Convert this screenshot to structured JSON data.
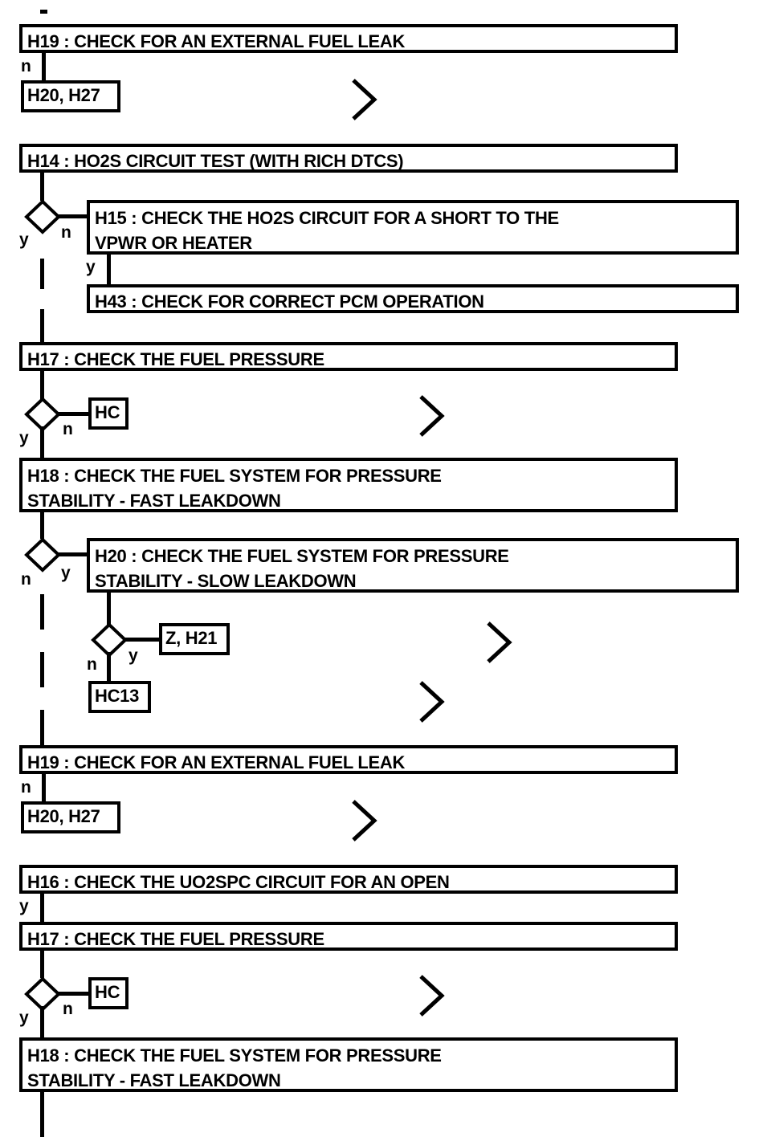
{
  "diagram": {
    "title": "Fuel system diagnostic flowchart",
    "type": "flowchart",
    "stroke_color": "#000000",
    "background_color": "#ffffff",
    "nodes": [
      {
        "id": "n1",
        "label": "H19 : CHECK FOR AN EXTERNAL FUEL LEAK"
      },
      {
        "id": "n2",
        "label": "H20, H27"
      },
      {
        "id": "n3",
        "label": "H14 : HO2S CIRCUIT TEST (WITH RICH DTCS)"
      },
      {
        "id": "n4",
        "label": "H15 : CHECK THE HO2S CIRCUIT FOR A SHORT TO THE\nVPWR OR HEATER"
      },
      {
        "id": "n5",
        "label": "H43 : CHECK FOR CORRECT PCM OPERATION"
      },
      {
        "id": "n6",
        "label": "H17 : CHECK THE FUEL PRESSURE"
      },
      {
        "id": "n7",
        "label": "HC"
      },
      {
        "id": "n8",
        "label": "H18 : CHECK THE FUEL SYSTEM FOR PRESSURE\nSTABILITY - FAST LEAKDOWN"
      },
      {
        "id": "n9",
        "label": "H20 : CHECK THE FUEL SYSTEM FOR PRESSURE\nSTABILITY - SLOW LEAKDOWN"
      },
      {
        "id": "n10",
        "label": "Z, H21"
      },
      {
        "id": "n11",
        "label": "HC13"
      },
      {
        "id": "n12",
        "label": "H19 : CHECK FOR AN EXTERNAL FUEL LEAK"
      },
      {
        "id": "n13",
        "label": "H20, H27"
      },
      {
        "id": "n14",
        "label": "H16 : CHECK THE UO2SPC CIRCUIT FOR AN OPEN"
      },
      {
        "id": "n15",
        "label": "H17 : CHECK THE FUEL PRESSURE"
      },
      {
        "id": "n16",
        "label": "HC"
      },
      {
        "id": "n17",
        "label": "H18 : CHECK THE FUEL SYSTEM FOR PRESSURE\nSTABILITY - FAST LEAKDOWN"
      }
    ],
    "branch_labels": {
      "b1_n": "n",
      "b2_y": "y",
      "b2_n": "n",
      "b3_y": "y",
      "b4_y": "y",
      "b4_n": "n",
      "b5_n": "n",
      "b5_y": "y",
      "b6_n": "n",
      "b6_y": "y",
      "b7_n": "n",
      "b8_y": "y",
      "b9_y": "y",
      "b9_n": "n"
    }
  }
}
